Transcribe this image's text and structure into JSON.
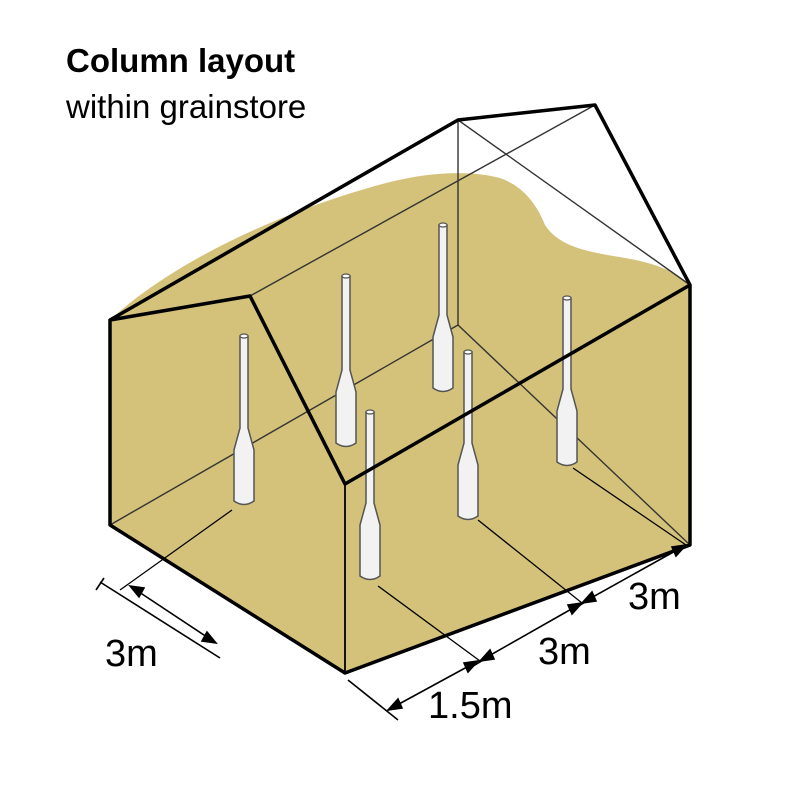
{
  "title": "Column layout",
  "subtitle": "within grainstore",
  "dimensions": {
    "front_left": "3m",
    "side_bottom": "1.5m",
    "side_middle": "3m",
    "side_right": "3m"
  },
  "colors": {
    "grain": "#d4c27a",
    "outline": "#000000",
    "column_fill": "#f2f2f2",
    "column_stroke": "#555555",
    "edge_hidden": "#333333"
  },
  "columns": [
    {
      "id": "col-1",
      "label": ""
    },
    {
      "id": "col-2",
      "label": ""
    },
    {
      "id": "col-3",
      "label": ""
    },
    {
      "id": "col-4",
      "label": ""
    },
    {
      "id": "col-5",
      "label": ""
    },
    {
      "id": "col-6",
      "label": ""
    }
  ]
}
